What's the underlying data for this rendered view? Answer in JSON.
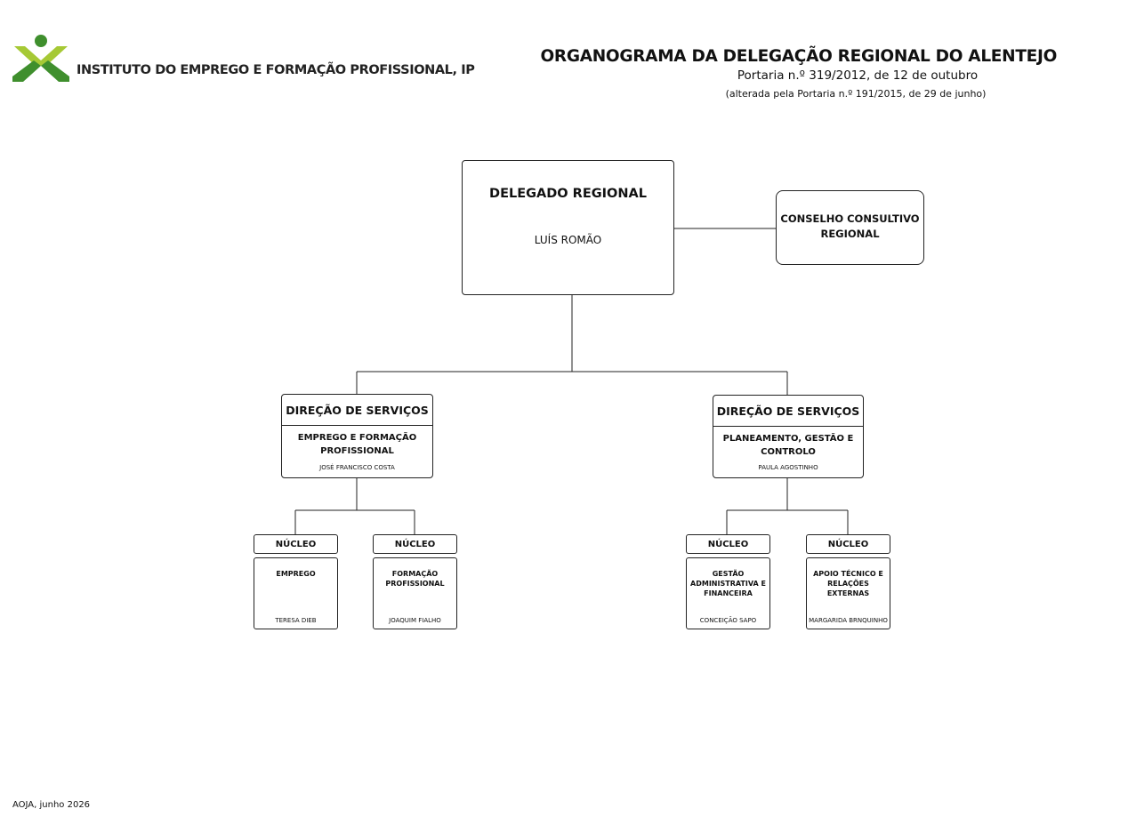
{
  "header": {
    "org_name": "INSTITUTO DO EMPREGO E FORMAÇÃO PROFISSIONAL, IP",
    "title": "ORGANOGRAMA DA DELEGAÇÃO REGIONAL DO ALENTEJO",
    "subtitle": "Portaria n.º 319/2012, de 12 de outubro",
    "note": "(alterada pela Portaria n.º 191/2015, de 29 de junho)"
  },
  "colors": {
    "logo_green_dark": "#3f8f2d",
    "logo_green_light": "#a6c935",
    "line": "#222222"
  },
  "delegado": {
    "title": "DELEGADO REGIONAL",
    "name": "LUÍS ROMÃO"
  },
  "conselho": {
    "line1": "CONSELHO CONSULTIVO",
    "line2": "REGIONAL"
  },
  "directions": [
    {
      "head": "DIREÇÃO DE SERVIÇOS",
      "area": "EMPREGO E FORMAÇÃO PROFISSIONAL",
      "person": "JOSÉ FRANCISCO COSTA",
      "nucleos": [
        {
          "head": "NÚCLEO",
          "area": "EMPREGO",
          "person": "TERESA DIEB"
        },
        {
          "head": "NÚCLEO",
          "area": "FORMAÇÃO PROFISSIONAL",
          "person": "JOAQUIM FIALHO"
        }
      ]
    },
    {
      "head": "DIREÇÃO DE SERVIÇOS",
      "area": "PLANEAMENTO, GESTÃO E CONTROLO",
      "person": "PAULA AGOSTINHO",
      "nucleos": [
        {
          "head": "NÚCLEO",
          "area": "GESTÃO ADMINISTRATIVA E FINANCEIRA",
          "person": "CONCEIÇÃO SAPO"
        },
        {
          "head": "NÚCLEO",
          "area": "APOIO TÉCNICO E RELAÇÕES EXTERNAS",
          "person": "MARGARIDA BRNQUINHO"
        }
      ]
    }
  ],
  "footer": "AOJA, junho 2026"
}
